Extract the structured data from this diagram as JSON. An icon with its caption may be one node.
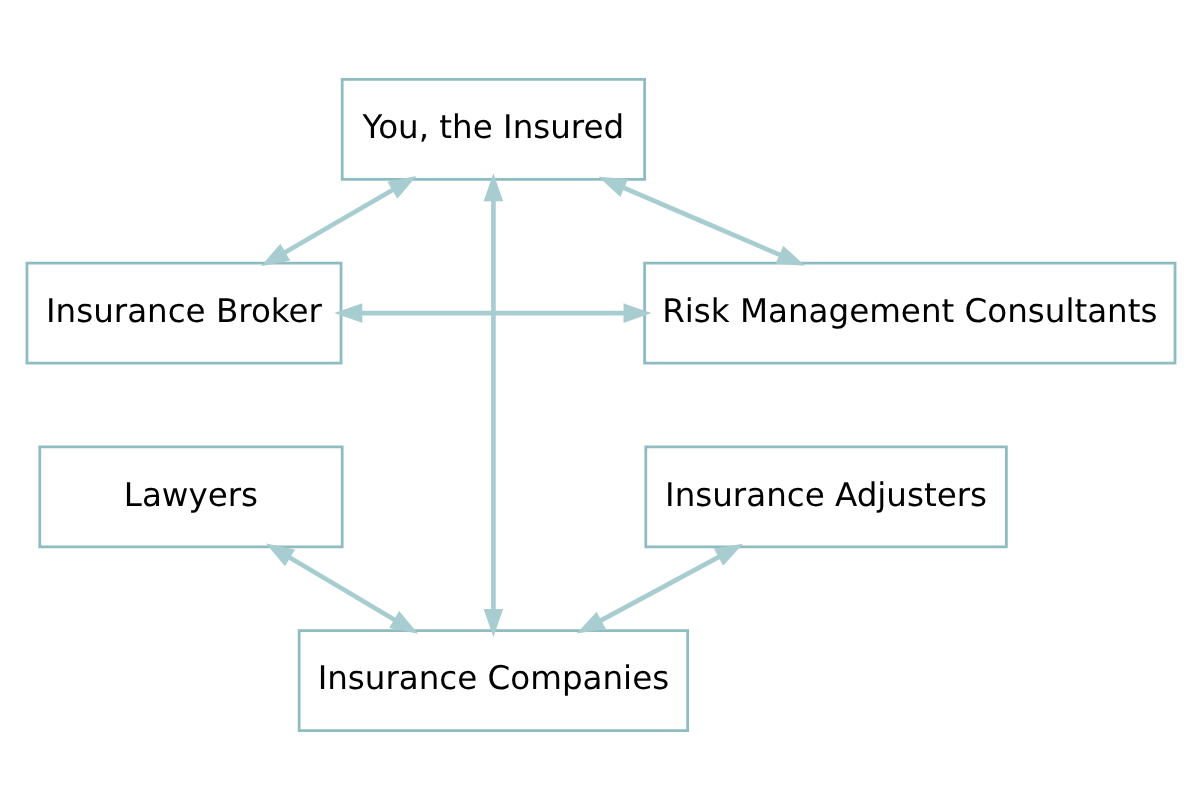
{
  "diagram": {
    "nodes": [
      {
        "text": [
          "You, the Insured"
        ]
      },
      {
        "text": [
          "Insurance Broker"
        ]
      },
      {
        "text": [
          "Risk Management Consultants"
        ]
      },
      {
        "text": [
          "Lawyers"
        ]
      },
      {
        "text": [
          "Insurance Adjusters"
        ]
      },
      {
        "text": [
          "Insurance Companies"
        ]
      }
    ],
    "edges": [
      {
        "from": 0,
        "to": 1,
        "arrow": "both"
      },
      {
        "from": 0,
        "to": 2,
        "arrow": "both"
      },
      {
        "from": 1,
        "to": 2,
        "arrow": "both"
      },
      {
        "from": 0,
        "to": 5,
        "arrow": "both"
      },
      {
        "from": 3,
        "to": 5,
        "arrow": "both"
      },
      {
        "from": 4,
        "to": 5,
        "arrow": "both"
      }
    ]
  }
}
